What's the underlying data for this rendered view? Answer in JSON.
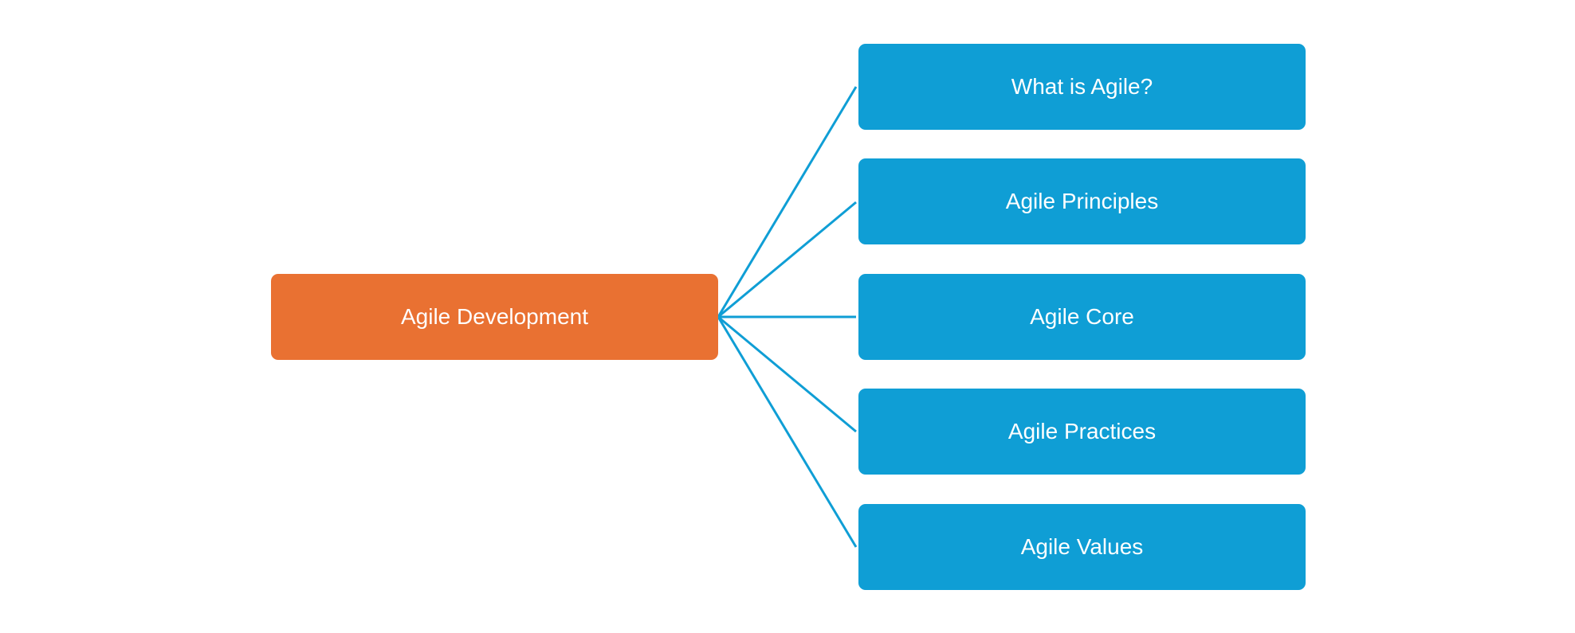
{
  "colors": {
    "root": "#E97132",
    "child": "#0F9ED5",
    "connector": "#0F9ED5",
    "text": "#FFFFFF",
    "background": "#FFFFFF"
  },
  "diagram": {
    "root": {
      "label": "Agile Development"
    },
    "children": [
      {
        "label": "What is Agile?"
      },
      {
        "label": "Agile Principles"
      },
      {
        "label": "Agile Core"
      },
      {
        "label": "Agile Practices"
      },
      {
        "label": "Agile Values"
      }
    ]
  }
}
